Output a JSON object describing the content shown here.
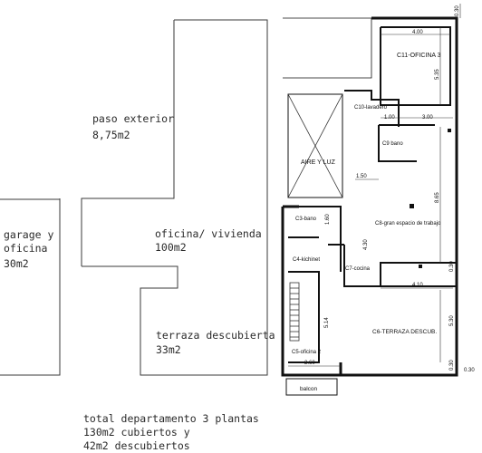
{
  "sketch": {
    "paso_title": "paso exterior",
    "paso_area": "8,75m2",
    "garage_line1": "garage y",
    "garage_line2": "oficina",
    "garage_area": "30m2",
    "oficina_title": "oficina/ vivienda",
    "oficina_area": "100m2",
    "terraza_title": "terraza descubierta",
    "terraza_area": "33m2",
    "summary_line1": "total departamento 3 plantas",
    "summary_line2": "130m2 cubiertos y",
    "summary_line3": "42m2 descubiertos"
  },
  "plan": {
    "rooms": {
      "c11": "C11-OFICINA 3",
      "c10": "C10-lavadero",
      "c9": "C9 bano",
      "aire": "AIRE Y LUZ",
      "c8": "C8-gran espacio de trabajo",
      "c3": "C3-bano",
      "c4": "C4-kichinet",
      "c7": "C7-cocina",
      "c6": "C6-TERRAZA DESCUB.",
      "c5": "C5-oficina 2",
      "balcon": "balcon"
    },
    "dims": {
      "d_top": "0.30",
      "d_400": "4.00",
      "d_535": "5.35",
      "d_100": "1.00",
      "d_300": "3.00",
      "d_150": "1.50",
      "d_865": "8.65",
      "d_160": "1.60",
      "d_430": "4.30",
      "d_030a": "0.30",
      "d_410": "4.10",
      "d_530": "5.30",
      "d_514": "5.14",
      "d_260": "2.60",
      "d_030b": "0.30",
      "d_030c": "0.30"
    }
  }
}
